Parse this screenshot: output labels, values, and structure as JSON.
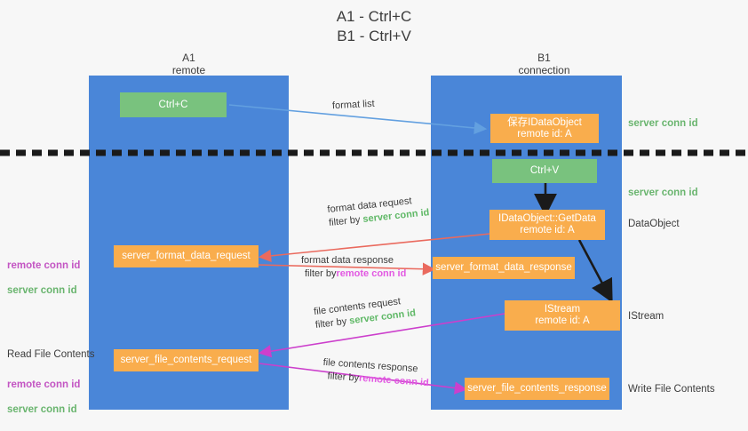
{
  "title": "A1 - Ctrl+C\nB1 - Ctrl+V",
  "colors": {
    "background": "#f7f7f7",
    "lane": "#4a86d8",
    "green_node": "#79c27e",
    "orange_node": "#f9ad4d",
    "server_conn_id": "#6ab56f",
    "remote_conn_id": "#c355c3",
    "divider": "#1a1a1a",
    "arrow_blue": "#63a0e0",
    "arrow_red": "#ea6a5e",
    "arrow_magenta": "#cc3fcc",
    "arrow_black": "#1a1a1a"
  },
  "lanes": [
    {
      "id": "a1",
      "name": "A1",
      "sub": "remote"
    },
    {
      "id": "b1",
      "name": "B1",
      "sub": "connection"
    }
  ],
  "nodes": {
    "ctrl_c": "Ctrl+C",
    "ctrl_v": "Ctrl+V",
    "idataobject_stored": "保存IDataObject\nremote id: A",
    "idataobject_getdata": "IDataObject::GetData\nremote id: A",
    "istream": "IStream\nremote id: A",
    "server_format_data_request": "server_format_data_request",
    "server_format_data_response": "server_format_data_response",
    "server_file_contents_request": "server_file_contents_request",
    "server_file_contents_response": "server_file_contents_response"
  },
  "right_labels": [
    {
      "id": "r1",
      "text": "server conn id",
      "kind": "green"
    },
    {
      "id": "r2",
      "text": "server conn id",
      "kind": "green"
    },
    {
      "id": "r3",
      "text": "DataObject",
      "kind": "dark"
    },
    {
      "id": "r4",
      "text": "IStream",
      "kind": "dark"
    },
    {
      "id": "r5",
      "text": "Write File Contents",
      "kind": "dark"
    }
  ],
  "left_labels": {
    "block1": {
      "remote": "remote conn id",
      "server": "server conn id"
    },
    "read_file_contents": "Read File Contents",
    "block2": {
      "remote": "remote conn id",
      "server": "server conn id"
    }
  },
  "edge_labels": {
    "format_list": "format list",
    "format_data_request": {
      "main": "format data request",
      "filter_prefix": "filter by ",
      "filter_token": "server conn id",
      "token_kind": "server"
    },
    "format_data_response": {
      "main": "format data response",
      "filter_prefix": "filter by ",
      "filter_token": "remote conn id",
      "token_kind": "remote"
    },
    "file_contents_request": {
      "main": "file contents request",
      "filter_prefix": "filter by ",
      "filter_token": "server conn id",
      "token_kind": "server"
    },
    "file_contents_response": {
      "main": "file contents response",
      "filter_prefix": "filter by ",
      "filter_token": "remote conn id",
      "token_kind": "remote"
    }
  }
}
